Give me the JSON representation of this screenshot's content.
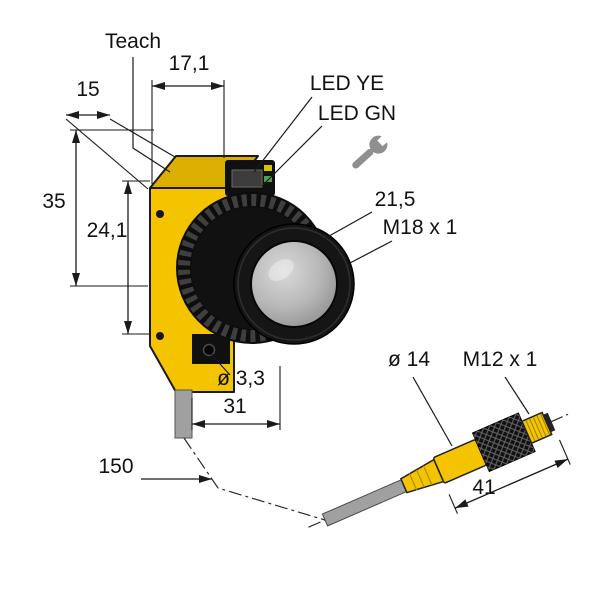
{
  "figure": {
    "labels": {
      "teach": "Teach",
      "dim_17_1": "17,1",
      "dim_15": "15",
      "led_ye": "LED YE",
      "led_gn": "LED GN",
      "dim_21_5": "21,5",
      "thread_m18": "M18 x 1",
      "dim_35": "35",
      "dim_24_1": "24,1",
      "dia_3_3": "ø 3,3",
      "dim_31": "31",
      "dim_150": "150",
      "dia_14": "ø 14",
      "thread_m12": "M12 x 1",
      "dim_41": "41"
    },
    "colors": {
      "body_yellow": "#f5c400",
      "body_yellow_dark": "#dcae00",
      "housing_black": "#101010",
      "lens_gray": "#b9b9b9",
      "cable_gray": "#a0a0a0",
      "line_color": "#1a1a1a"
    },
    "icons": {
      "wrench": "open-end-wrench"
    }
  }
}
